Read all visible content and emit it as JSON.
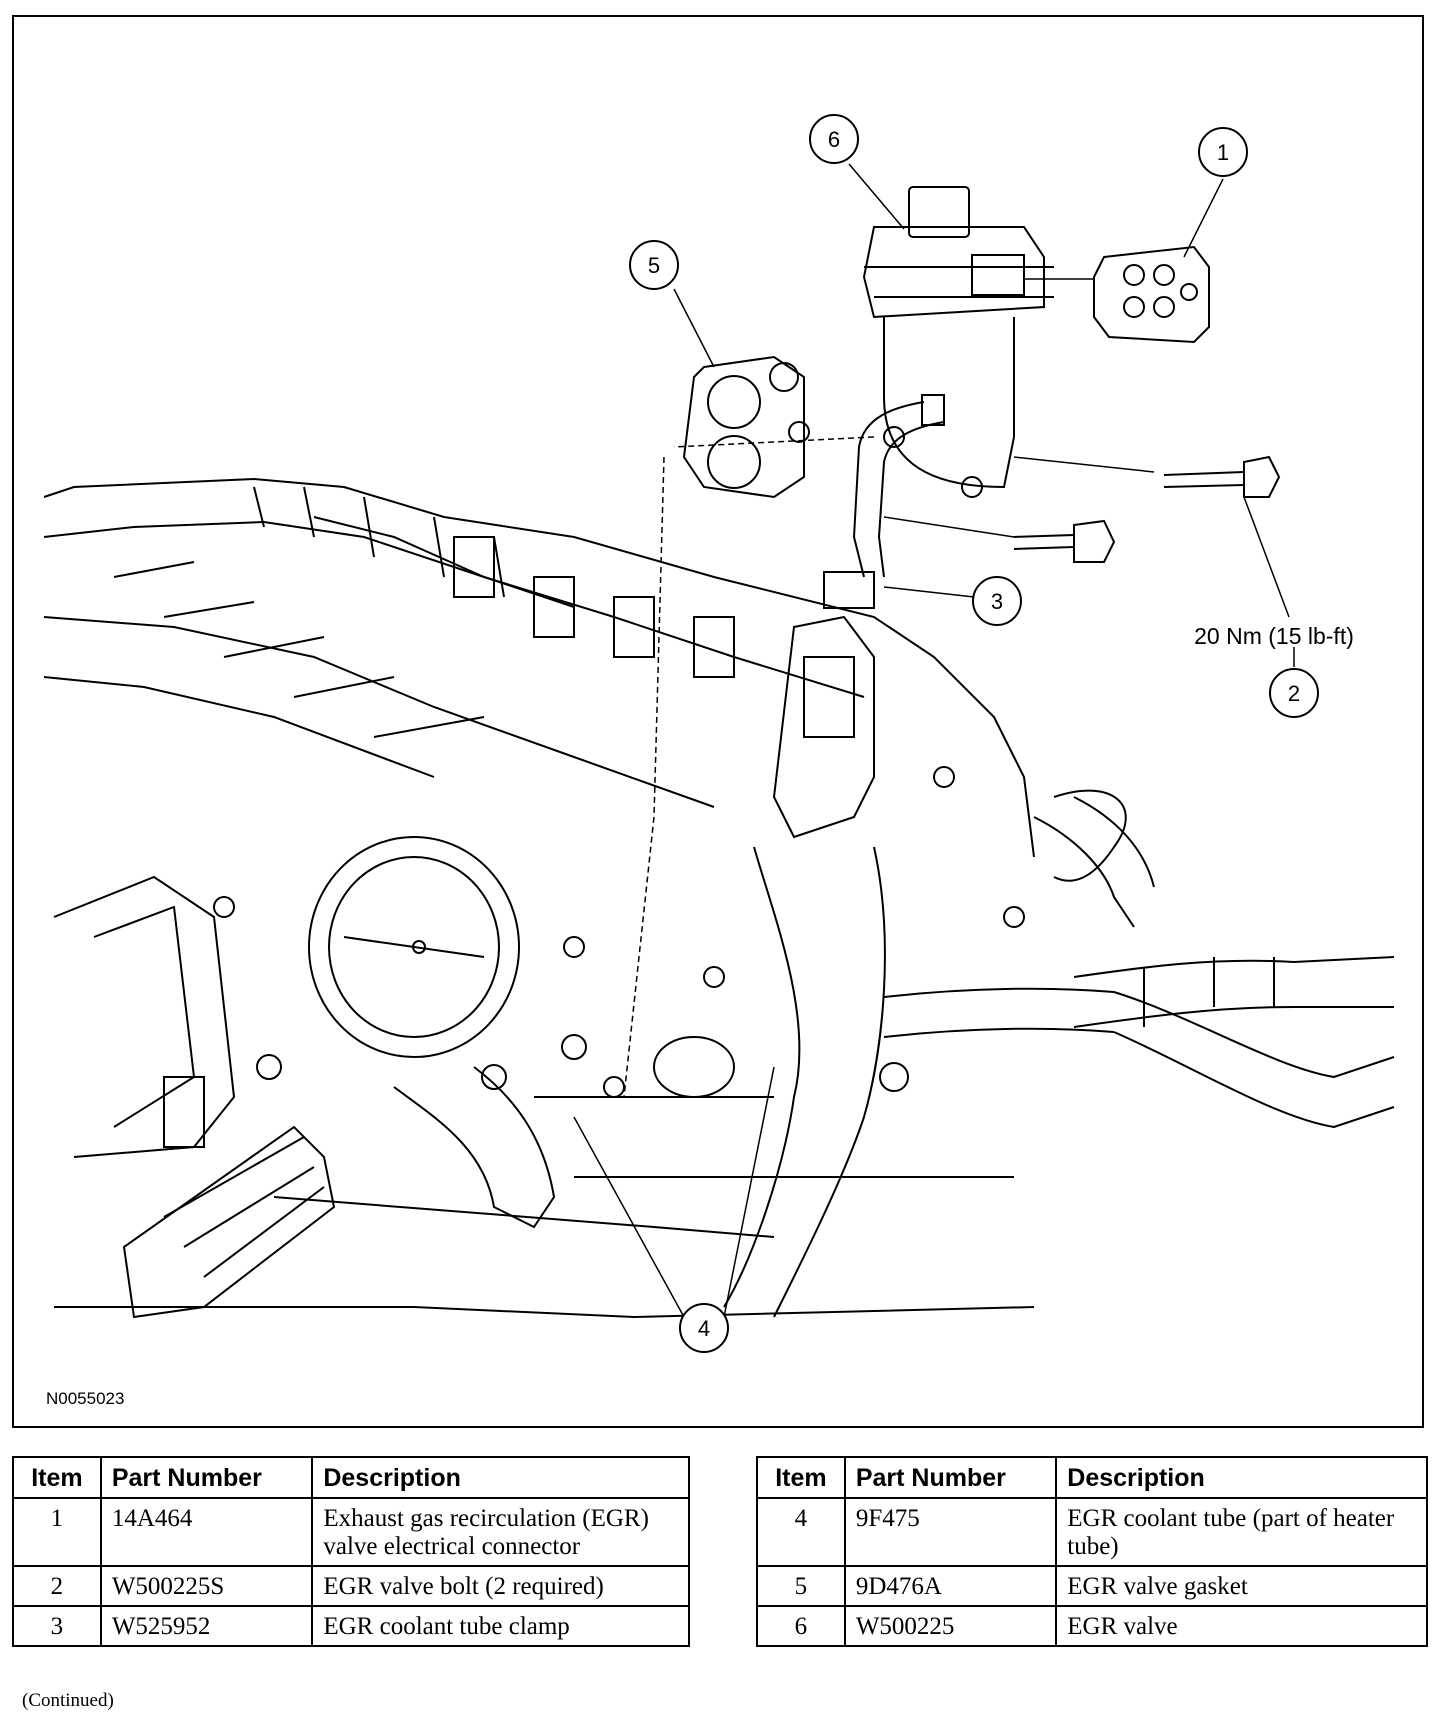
{
  "figure": {
    "id": "N0055023",
    "torque_spec": "20 Nm (15 lb-ft)",
    "callouts": [
      "1",
      "2",
      "3",
      "4",
      "5",
      "6"
    ]
  },
  "table": {
    "headers": {
      "item": "Item",
      "part_number": "Part Number",
      "description": "Description"
    },
    "left_rows": [
      {
        "item": "1",
        "part_number": "14A464",
        "description": "Exhaust gas recirculation (EGR) valve electrical connector"
      },
      {
        "item": "2",
        "part_number": "W500225S",
        "description": "EGR valve bolt (2 required)"
      },
      {
        "item": "3",
        "part_number": "W525952",
        "description": "EGR coolant tube clamp"
      }
    ],
    "right_rows": [
      {
        "item": "4",
        "part_number": "9F475",
        "description": "EGR coolant tube (part of heater tube)"
      },
      {
        "item": "5",
        "part_number": "9D476A",
        "description": "EGR valve gasket"
      },
      {
        "item": "6",
        "part_number": "W500225",
        "description": "EGR valve"
      }
    ]
  },
  "footer": {
    "continued": "(Continued)"
  }
}
